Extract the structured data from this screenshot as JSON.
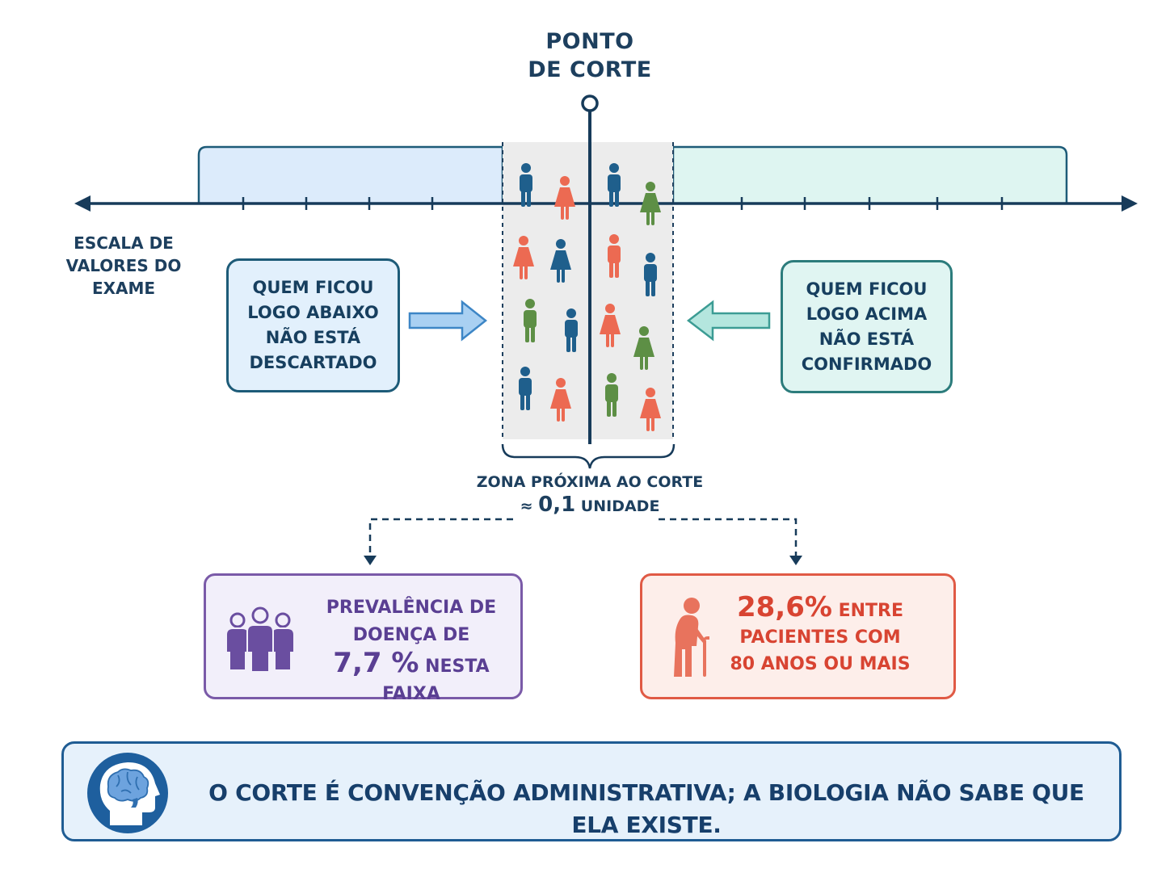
{
  "cut_point": {
    "line1": "PONTO",
    "line2": "DE CORTE"
  },
  "scale": {
    "line1": "ESCALA DE",
    "line2": "VALORES DO",
    "line3": "EXAME"
  },
  "left_box": {
    "line1": "QUEM FICOU",
    "line2": "LOGO ABAIXO",
    "line3": "NÃO ESTÁ",
    "line4": "DESCARTADO"
  },
  "right_box": {
    "line1": "QUEM FICOU",
    "line2": "LOGO ACIMA",
    "line3": "NÃO ESTÁ",
    "line4": "CONFIRMADO"
  },
  "zone": {
    "line1": "ZONA PRÓXIMA AO CORTE",
    "approx": "≈",
    "value": "0,1",
    "unit": "UNIDADE"
  },
  "prevalence": {
    "line1": "PREVALÊNCIA DE",
    "line2": "DOENÇA DE",
    "value": "7,7 %",
    "suffix": "NESTA FAIXA"
  },
  "elderly": {
    "value": "28,6%",
    "suffix": "ENTRE",
    "line2": "PACIENTES COM",
    "line3": "80 ANOS OU MAIS"
  },
  "banner": {
    "text": "O CORTE É CONVENÇÃO ADMINISTRATIVA; A BIOLOGIA NÃO SABE QUE ELA EXISTE."
  },
  "icons": [
    "people-group-icon",
    "elderly-person-icon",
    "brain-head-icon",
    "arrow-right-icon",
    "arrow-left-icon",
    "male-person-icon",
    "female-person-icon"
  ],
  "colors": {
    "navy": "#1d3f5e",
    "person_blue": "#1f5f8c",
    "person_red": "#ec6a52",
    "person_green": "#5d8f45",
    "purple": "#6a4ea0",
    "red": "#d84432",
    "teal": "#2c7c7c"
  }
}
